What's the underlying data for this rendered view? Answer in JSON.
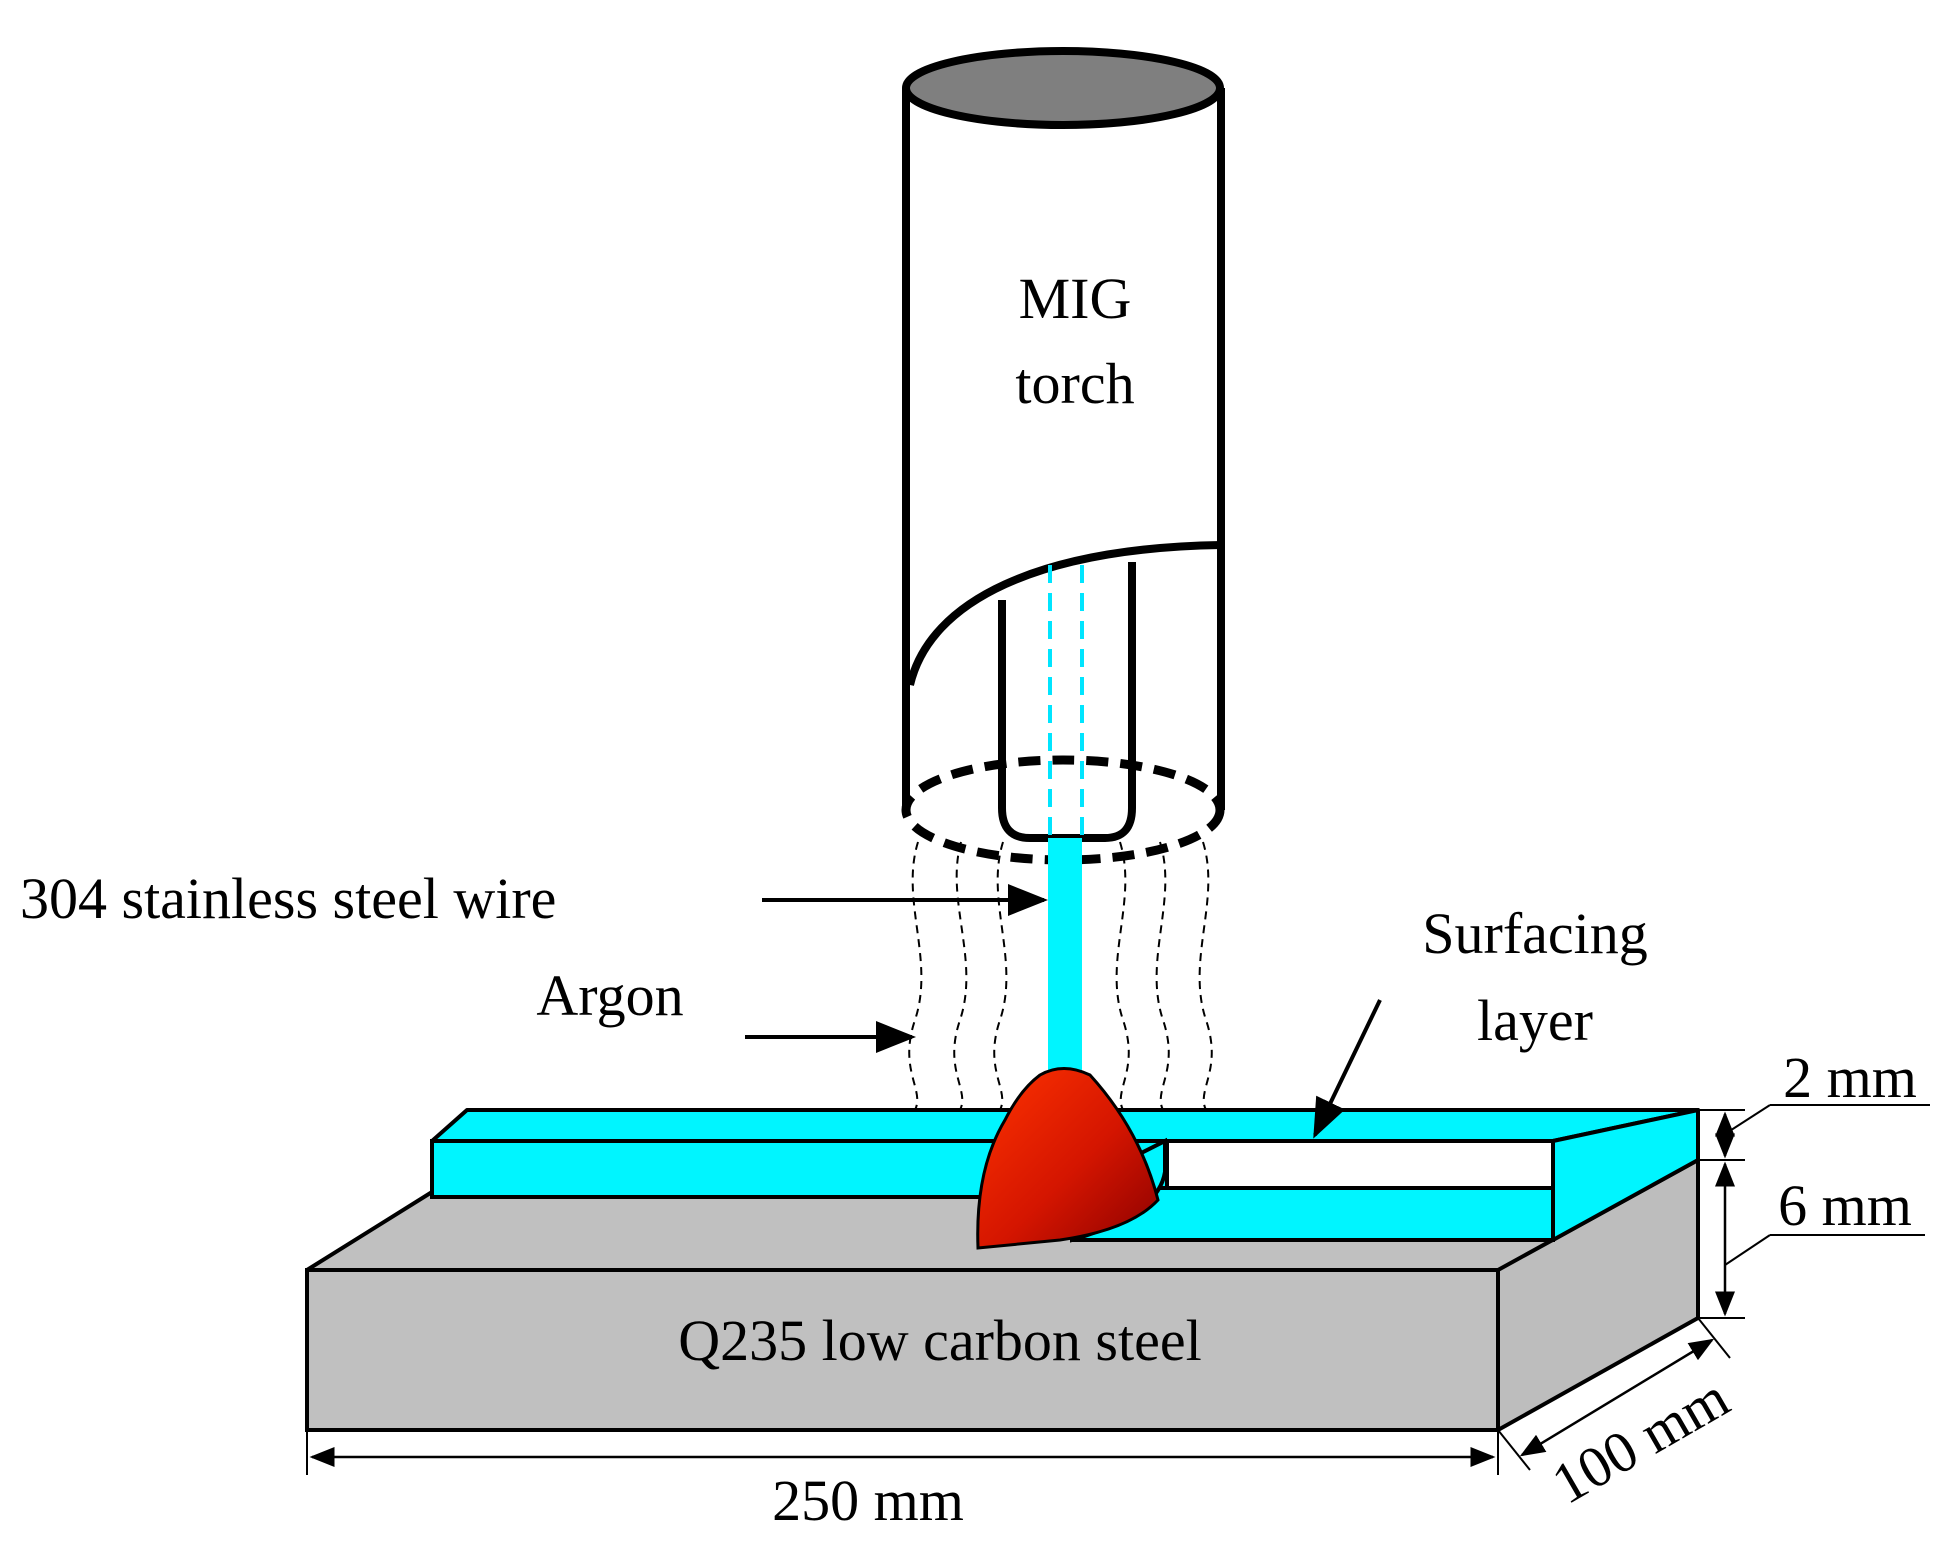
{
  "labels": {
    "torch_line1": "MIG",
    "torch_line2": "torch",
    "wire": "304 stainless steel wire",
    "argon": "Argon",
    "surfacing_line1": "Surfacing",
    "surfacing_line2": "layer",
    "base_plate": "Q235 low carbon steel"
  },
  "dimensions": {
    "length": "250 mm",
    "width": "100 mm",
    "layer_thickness": "2 mm",
    "plate_thickness": "6 mm"
  },
  "colors": {
    "surfacing_layer": "#00f5ff",
    "steel_plate": "#c0c0c0",
    "weld_pool_light": "#ff3300",
    "weld_pool_dark": "#8a0000",
    "torch_cap": "#7f7f7f",
    "outline": "#000000"
  }
}
